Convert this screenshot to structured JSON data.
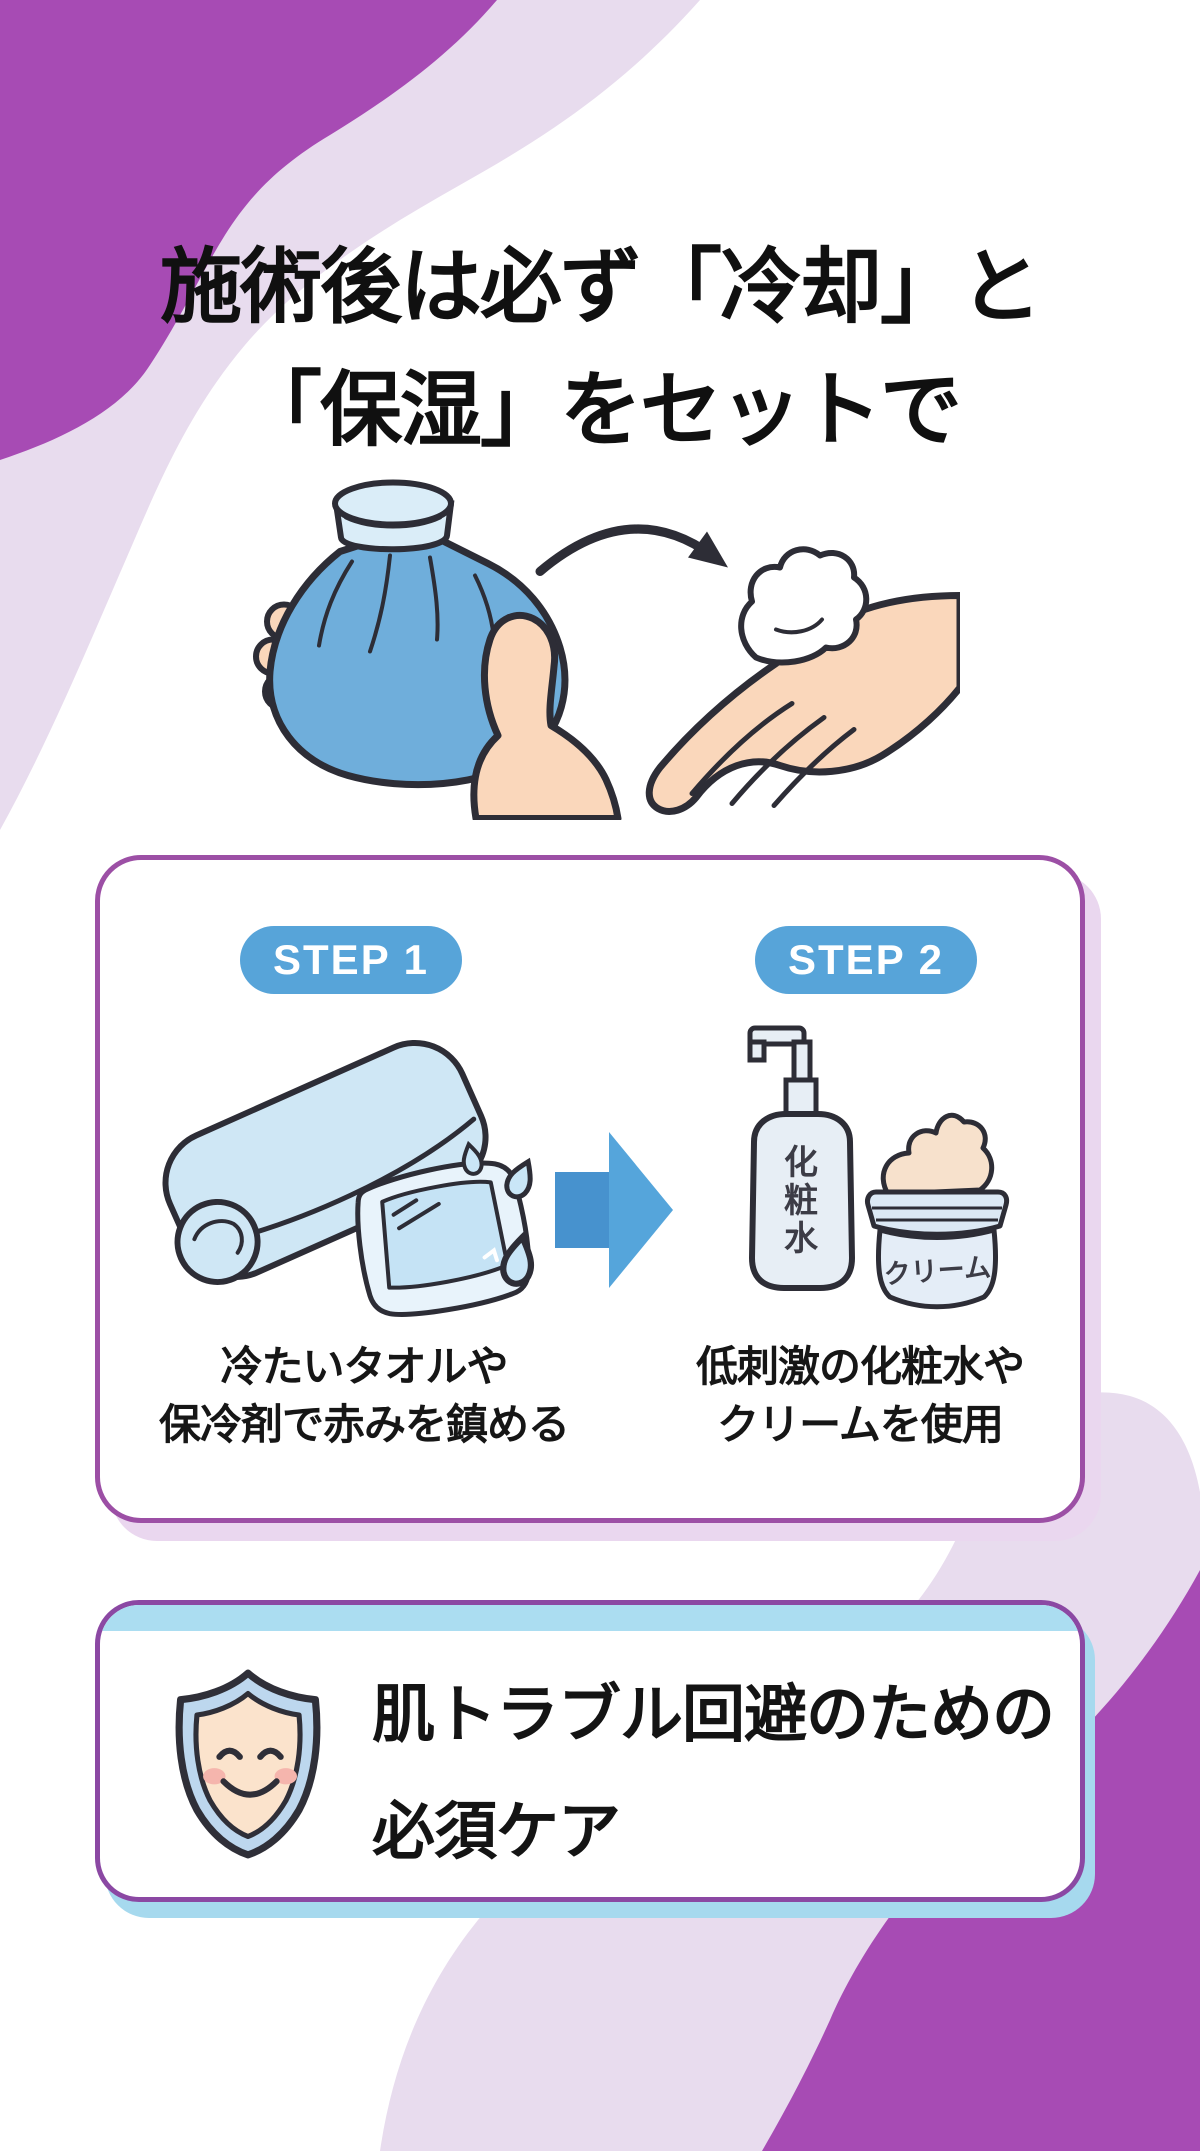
{
  "colors": {
    "purple_blob": "#A74BB4",
    "lavender_blob": "#E8DCEE",
    "step_box_border": "#9C4FA5",
    "step_box_shadow": "#EAD7EF",
    "badge_blue": "#57A4D9",
    "arrow_blue": "#4C9BD4",
    "note_box_border": "#8B48A3",
    "note_box_accent": "#ABDDF1",
    "text_black": "#141414"
  },
  "title": {
    "line1": "施術後は必ず「冷却」と",
    "line2": "「保湿」をセットで"
  },
  "steps": {
    "step1": {
      "label": "STEP 1",
      "caption_line1": "冷たいタオルや",
      "caption_line2": "保冷剤で赤みを鎮める"
    },
    "step2": {
      "label": "STEP 2",
      "caption_line1": "低刺激の化粧水や",
      "caption_line2": "クリームを使用",
      "bottle_label_chars": [
        "化",
        "粧",
        "水"
      ],
      "jar_label": "クリーム"
    }
  },
  "note": {
    "line1": "肌トラブル回避のための",
    "line2": "必須ケア"
  }
}
